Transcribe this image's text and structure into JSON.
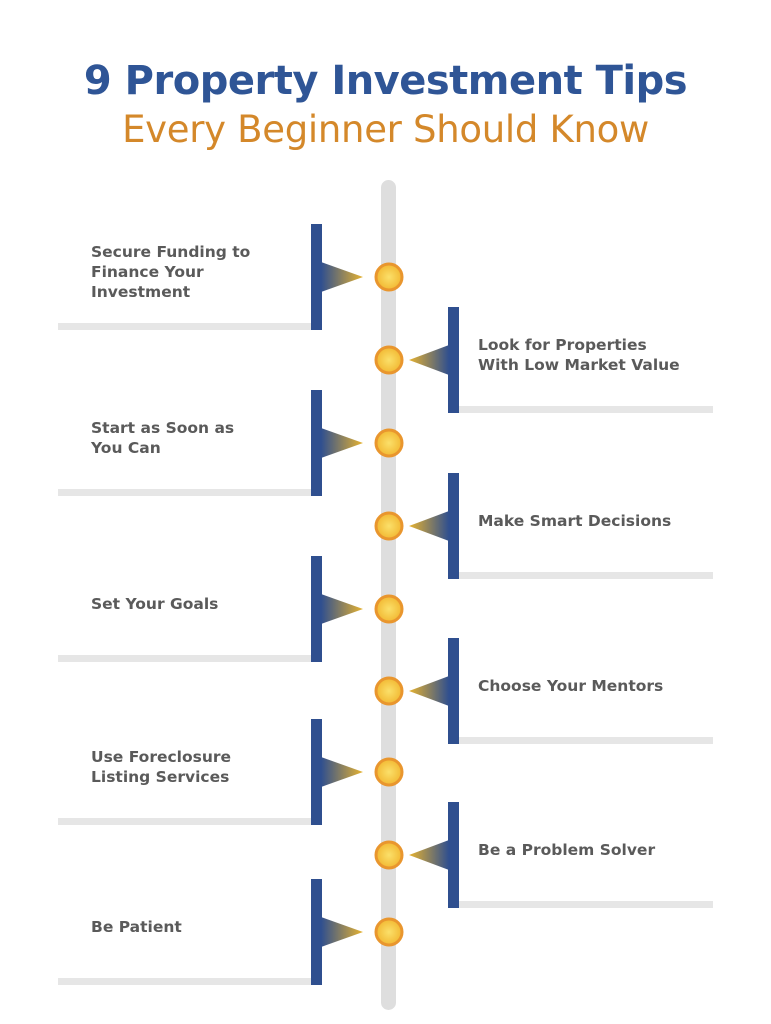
{
  "title": {
    "line1": "9 Property Investment Tips",
    "line2": "Every Beginner Should Know"
  },
  "colors": {
    "title_primary": "#2f5596",
    "title_accent": "#d4882a",
    "flag": "#2f4f8f",
    "pointer_gold": "#e7b330",
    "dot_outer": "#e9962e",
    "dot_inner": "#f7cf45",
    "shelf": "#e6e6e6",
    "rail": "#dedede",
    "label_text": "#5a5a5a"
  },
  "tips": [
    {
      "label": "Secure Funding to\nFinance Your\nInvestment",
      "side": "left"
    },
    {
      "label": "Look for Properties\nWith Low Market Value",
      "side": "right"
    },
    {
      "label": "Start as Soon as\nYou Can",
      "side": "left"
    },
    {
      "label": "Make Smart Decisions",
      "side": "right"
    },
    {
      "label": "Set Your Goals",
      "side": "left"
    },
    {
      "label": "Choose Your Mentors",
      "side": "right"
    },
    {
      "label": "Use Foreclosure\nListing Services",
      "side": "left"
    },
    {
      "label": "Be a Problem Solver",
      "side": "right"
    },
    {
      "label": "Be Patient",
      "side": "left"
    }
  ]
}
